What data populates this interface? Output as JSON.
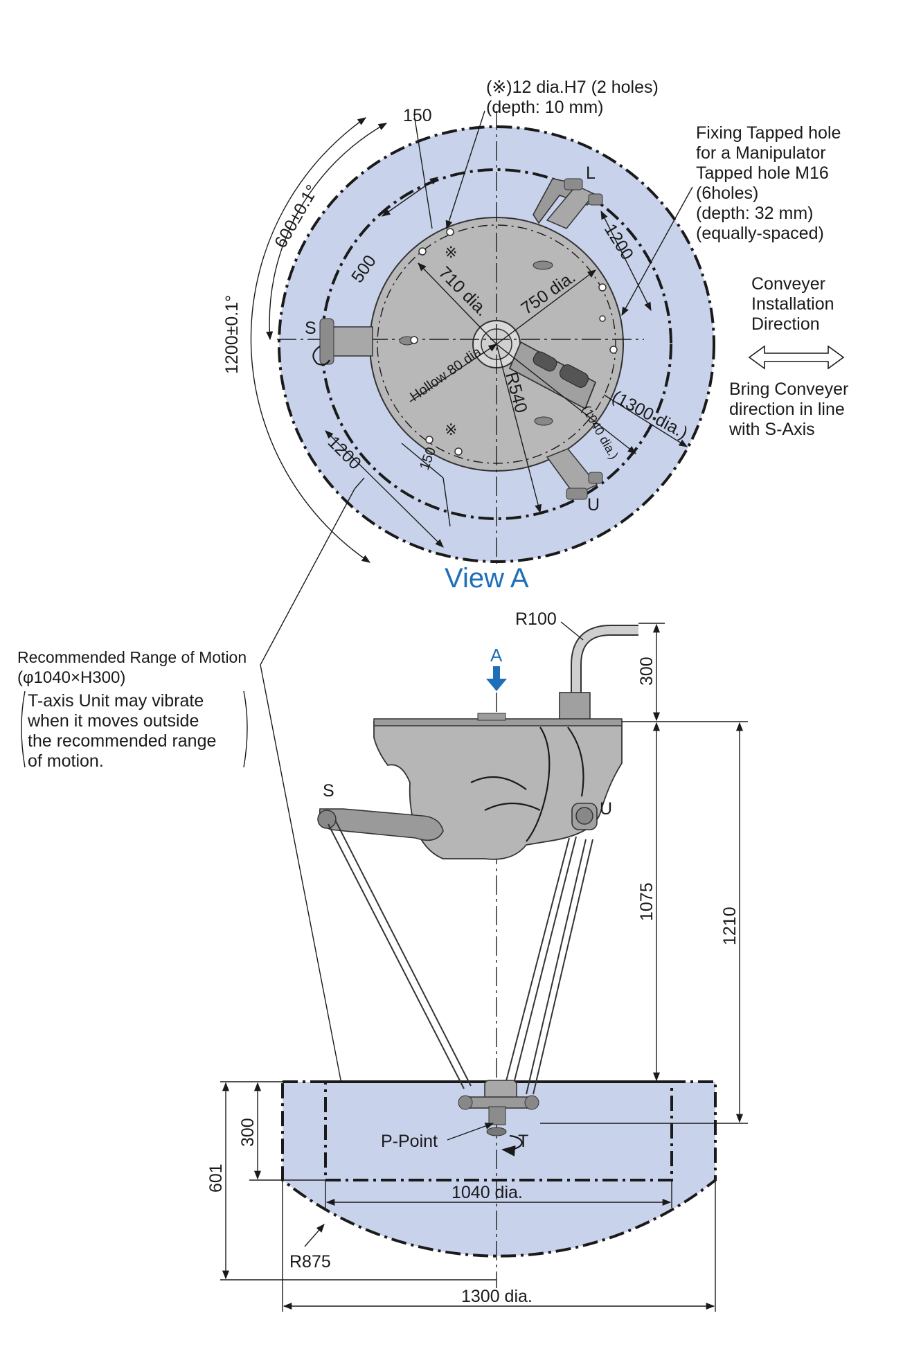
{
  "view_a": {
    "title": "View A",
    "axis_labels": {
      "l": "L",
      "s": "S",
      "u": "U"
    },
    "holes_note_line1": "(※)12 dia.H7 (2 holes)",
    "holes_note_line2": "(depth: 10 mm)",
    "hole_mark": "※",
    "tapped_note": [
      "Fixing Tapped hole",
      "for a Manipulator",
      "Tapped hole M16",
      "(6holes)",
      "(depth: 32 mm)",
      "(equally-spaced)"
    ],
    "conveyer_note": [
      "Conveyer",
      "Installation",
      "Direction"
    ],
    "bring_note": [
      "Bring Conveyer",
      "direction  in line",
      "with S-Axis"
    ],
    "dims": {
      "d150_top": "150",
      "d600": "600±0.1°",
      "d500": "500",
      "d1200_angle": "1200±0.1°",
      "d1200_right": "1200",
      "d1200_left": "1200",
      "d710": "710 dia.",
      "d750": "750 dia.",
      "hollow": "Hollow 80 dia.",
      "r540": "R540",
      "d1040": "(1040 dia.)",
      "d1300": "(1300 dia.)",
      "d150_bottom": "150"
    }
  },
  "side_view": {
    "arrow_label": "A",
    "r100": "R100",
    "d300_top": "300",
    "d1075": "1075",
    "d1210": "1210",
    "axis_s": "S",
    "axis_u": "U",
    "axis_t": "T",
    "p_point": "P-Point",
    "d300_left": "300",
    "d601": "601",
    "d1040": "1040 dia.",
    "r875": "R875",
    "d1300": "1300 dia."
  },
  "motion_note": {
    "line1": "Recommended Range of Motion",
    "line2": "(φ1040×H300)",
    "body": [
      "T-axis Unit may vibrate",
      "when it moves outside",
      "the recommended range",
      "of motion."
    ]
  },
  "colors": {
    "zone": "#c8d3eb",
    "accent": "#1e6fb8",
    "metal": "#b6b6b6"
  }
}
